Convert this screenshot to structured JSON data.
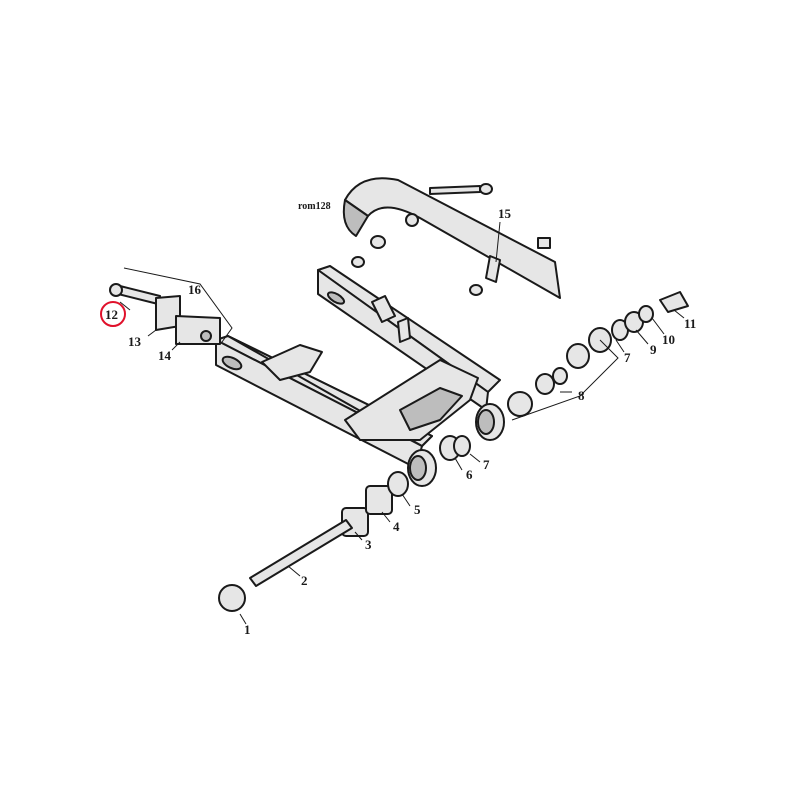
{
  "diagram": {
    "reference_code": "rom128",
    "highlighted_callout": "12",
    "highlight_color": "#e0112b",
    "callouts": [
      {
        "id": "c1",
        "text": "1"
      },
      {
        "id": "c2",
        "text": "2"
      },
      {
        "id": "c3",
        "text": "3"
      },
      {
        "id": "c4",
        "text": "4"
      },
      {
        "id": "c5",
        "text": "5"
      },
      {
        "id": "c6",
        "text": "6"
      },
      {
        "id": "c7a",
        "text": "7"
      },
      {
        "id": "c7b",
        "text": "7"
      },
      {
        "id": "c8",
        "text": "8"
      },
      {
        "id": "c9",
        "text": "9"
      },
      {
        "id": "c10",
        "text": "10"
      },
      {
        "id": "c11",
        "text": "11"
      },
      {
        "id": "c12",
        "text": "12"
      },
      {
        "id": "c13",
        "text": "13"
      },
      {
        "id": "c14",
        "text": "14"
      },
      {
        "id": "c15",
        "text": "15"
      },
      {
        "id": "c16",
        "text": "16"
      }
    ]
  }
}
